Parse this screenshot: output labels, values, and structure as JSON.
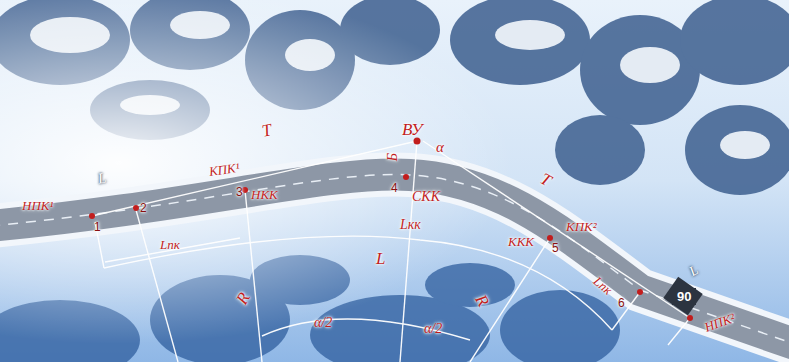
{
  "diagram": {
    "labels": [
      "Т",
      "ВУ",
      "α",
      "Т",
      "КПК¹",
      "НПК¹",
      "1",
      "2",
      "L",
      "Lпк",
      "3",
      "НКК",
      "Б",
      "4",
      "СКК",
      "Lкк",
      "L",
      "ККК",
      "5",
      "КПК²",
      "Lпк",
      "6",
      "90",
      "НПК²",
      "L",
      "R",
      "α/2",
      "α/2",
      "R"
    ]
  }
}
